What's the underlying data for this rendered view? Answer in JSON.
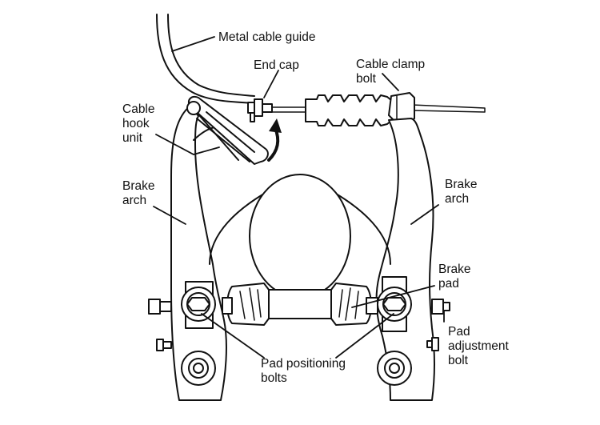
{
  "labels": {
    "metal_cable_guide": [
      "Metal cable guide"
    ],
    "end_cap": [
      "End cap"
    ],
    "cable_clamp_bolt": [
      "Cable clamp",
      "bolt"
    ],
    "cable_hook_unit": [
      "Cable",
      "hook",
      "unit"
    ],
    "brake_arch_left": [
      "Brake",
      "arch"
    ],
    "brake_arch_right": [
      "Brake",
      "arch"
    ],
    "brake_pad": [
      "Brake",
      "pad"
    ],
    "pad_adjustment_bolt": [
      "Pad",
      "adjustment",
      "bolt"
    ],
    "pad_positioning_bolts": [
      "Pad positioning",
      "bolts"
    ]
  }
}
